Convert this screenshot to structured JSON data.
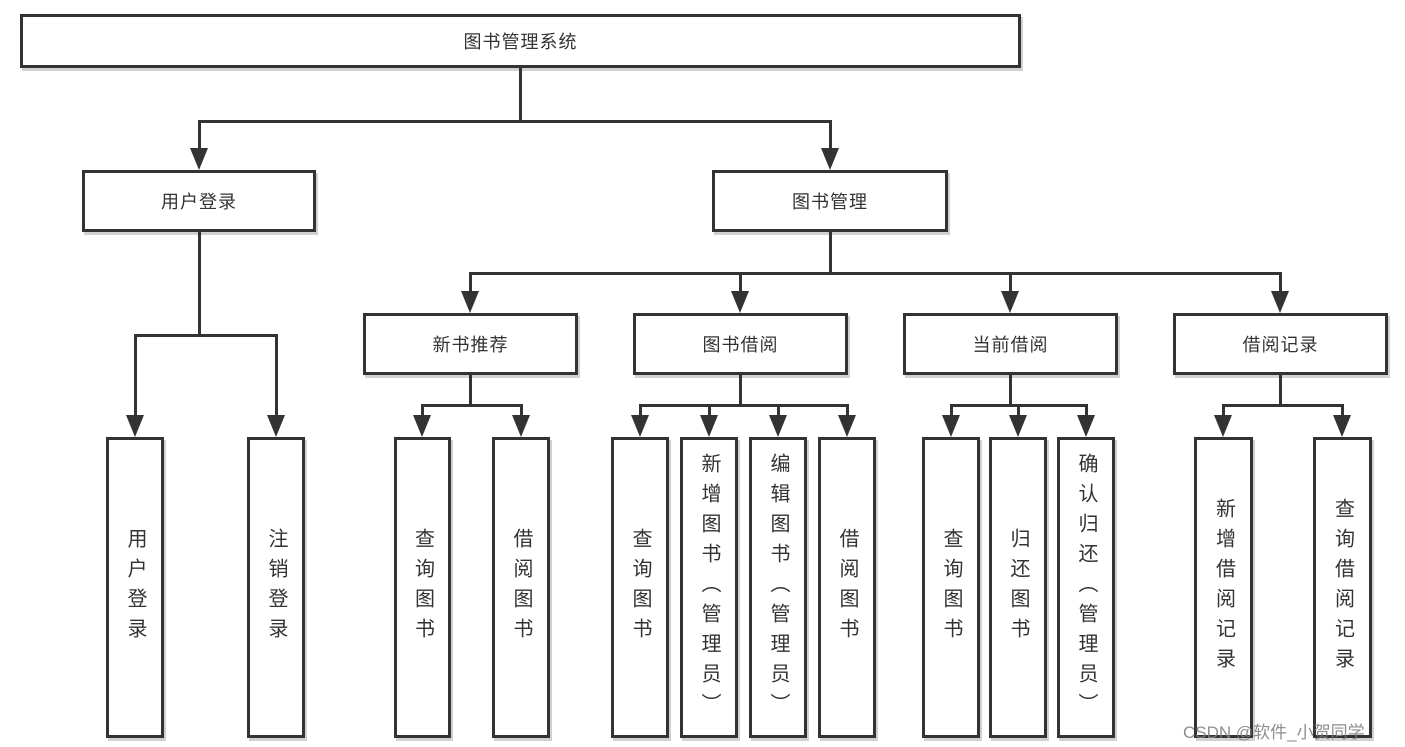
{
  "tree": {
    "root": {
      "label": "图书管理系统"
    },
    "children": [
      {
        "label": "用户登录",
        "children": [
          {
            "label": "用户登录"
          },
          {
            "label": "注销登录"
          }
        ]
      },
      {
        "label": "图书管理",
        "children": [
          {
            "label": "新书推荐",
            "children": [
              {
                "label": "查询图书"
              },
              {
                "label": "借阅图书"
              }
            ]
          },
          {
            "label": "图书借阅",
            "children": [
              {
                "label": "查询图书"
              },
              {
                "label": "新增图书（管理员）"
              },
              {
                "label": "编辑图书（管理员）"
              },
              {
                "label": "借阅图书"
              }
            ]
          },
          {
            "label": "当前借阅",
            "children": [
              {
                "label": "查询图书"
              },
              {
                "label": "归还图书"
              },
              {
                "label": "确认归还（管理员）"
              }
            ]
          },
          {
            "label": "借阅记录",
            "children": [
              {
                "label": "新增借阅记录"
              },
              {
                "label": "查询借阅记录"
              }
            ]
          }
        ]
      }
    ]
  },
  "watermark": {
    "text": "CSDN @软件_小贺同学"
  },
  "colors": {
    "line": "#333333",
    "box_border": "#333333",
    "box_fill": "#ffffff",
    "text": "#333333",
    "watermark": "#828282",
    "background": "#ffffff"
  }
}
